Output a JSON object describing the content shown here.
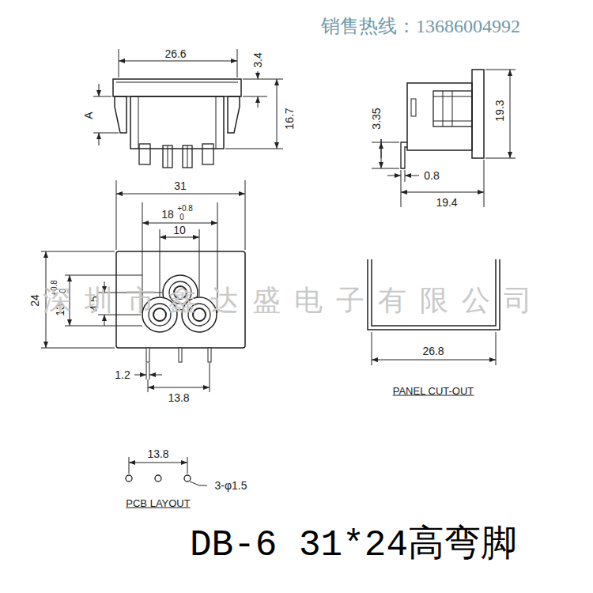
{
  "diagram": {
    "caption": "DB-6 31*24高弯脚",
    "labels": [
      "销售热线：13686004992",
      "26.6",
      "3.4",
      "A",
      "16.7",
      "3.35",
      "19.3",
      "0.8",
      "19.4",
      "31",
      "18",
      "+0.8",
      "0",
      "10",
      "24",
      "13",
      "+0.8",
      "0",
      "4.5",
      "1.2",
      "13.8",
      "26.8",
      "PANEL CUT-OUT",
      "13.8",
      "3-φ1.5",
      "PCB LAYOUT",
      "深圳市鑫达盛电子有限公司"
    ]
  }
}
